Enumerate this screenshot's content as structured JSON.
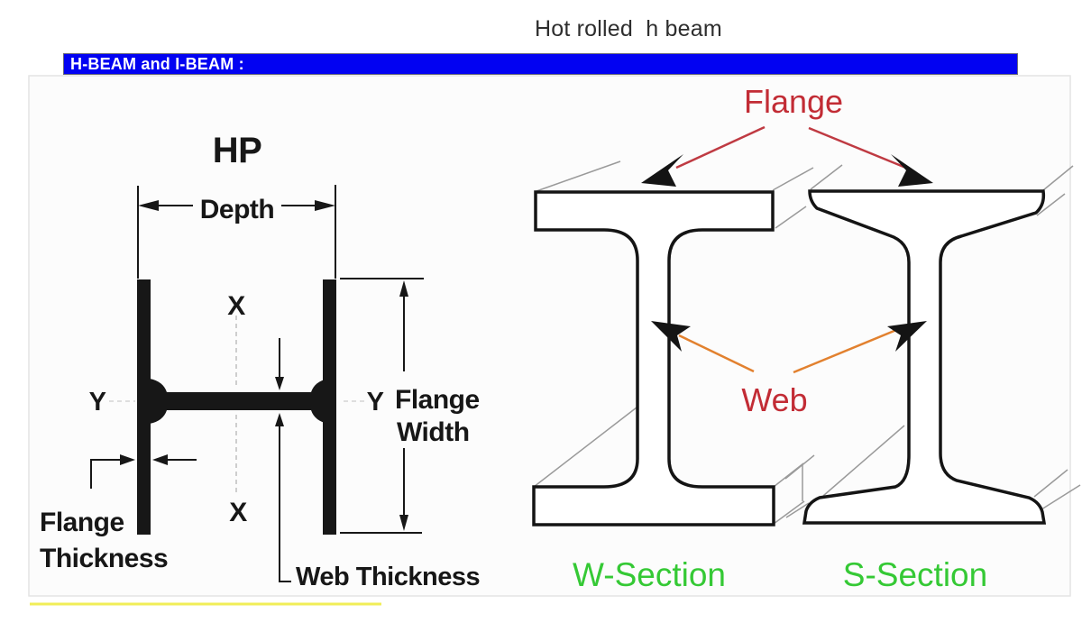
{
  "page": {
    "title": "Hot rolled  h beam"
  },
  "banner": {
    "label": "H-BEAM and I-BEAM :",
    "background": "#0202f2",
    "text_color": "#ffffff"
  },
  "hp_diagram": {
    "section_name": "HP",
    "depth_label": "Depth",
    "x_axis_label": "X",
    "y_axis_label": "Y",
    "flange_width_line1": "Flange",
    "flange_width_line2": "Width",
    "flange_thickness_line1": "Flange",
    "flange_thickness_line2": "Thickness",
    "web_thickness_label": "Web Thickness"
  },
  "section_diagram": {
    "flange_label": "Flange",
    "web_label": "Web",
    "w_section_label": "W-Section",
    "s_section_label": "S-Section"
  },
  "colors": {
    "banner_blue": "#0202f2",
    "red_label": "#c22c35",
    "red_arrow": "#bf3a42",
    "orange_arrow": "#e2812f",
    "green_label": "#35c935",
    "yellow_highlight": "#f1ee57",
    "ink_black": "#171717",
    "perspective_gray": "#9a9a9a"
  }
}
